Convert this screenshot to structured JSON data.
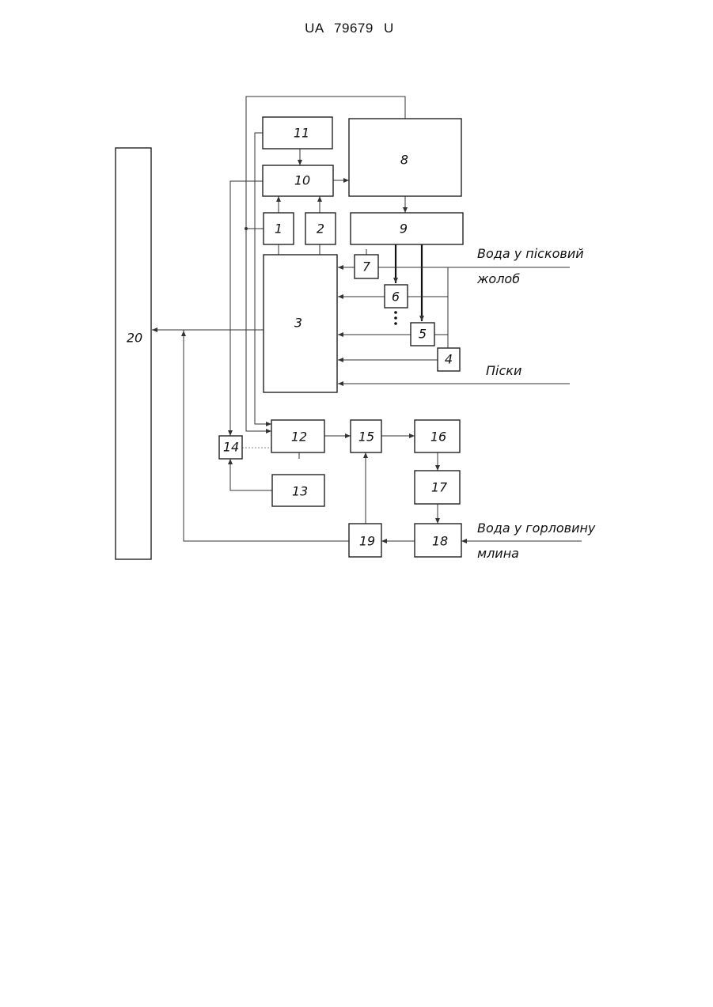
{
  "header": {
    "doc_number": "UA   79679   U"
  },
  "blocks": {
    "b1": "1",
    "b2": "2",
    "b3": "3",
    "b4": "4",
    "b5": "5",
    "b6": "6",
    "b7": "7",
    "b8": "8",
    "b9": "9",
    "b10": "10",
    "b11": "11",
    "b12": "12",
    "b13": "13",
    "b14": "14",
    "b15": "15",
    "b16": "16",
    "b17": "17",
    "b18": "18",
    "b19": "19",
    "b20": "20"
  },
  "labels": {
    "water_sand_chute_line1": "Вода у пісковий",
    "water_sand_chute_line2": "жолоб",
    "sands": "Піски",
    "water_mill_neck_line1": "Вода у горловину",
    "water_mill_neck_line2": "млина"
  }
}
